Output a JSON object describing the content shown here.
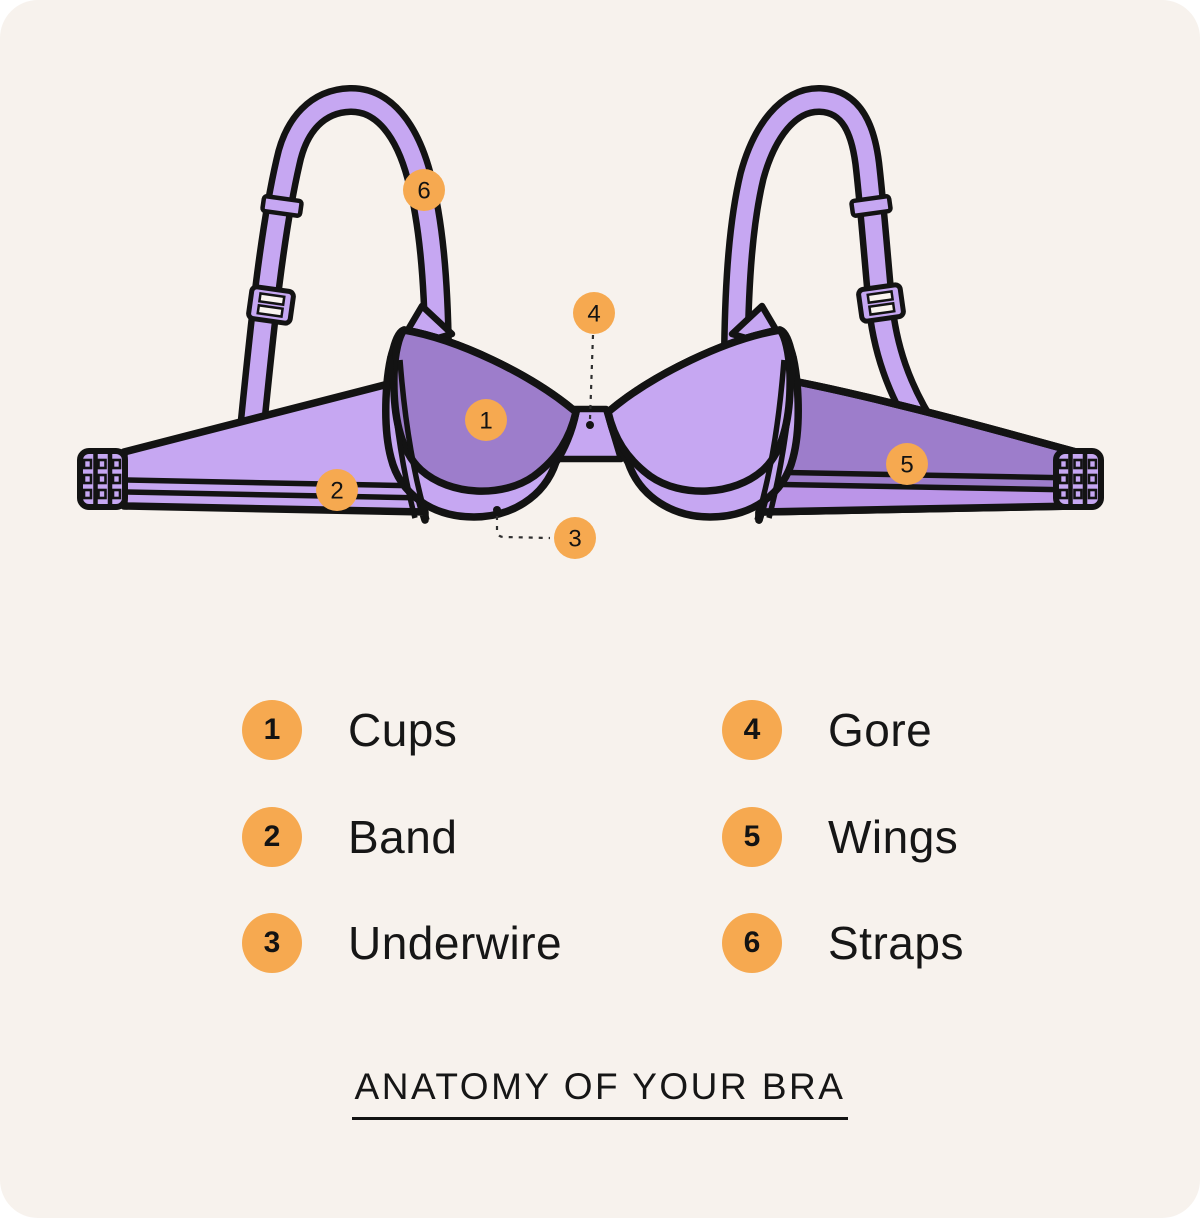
{
  "colors": {
    "page": "#ffffff",
    "card": "#f7f2ed",
    "light_purple": "#c6a7f2",
    "dark_purple": "#9d7dcb",
    "strip_purple": "#bb95e8",
    "orange": "#f6a950",
    "ink": "#131313",
    "annotation": "#2e2e2e",
    "text": "#161616"
  },
  "diagram": {
    "markers": [
      "1",
      "2",
      "3",
      "4",
      "5",
      "6"
    ]
  },
  "legend": {
    "items": [
      {
        "number": "1",
        "label": "Cups"
      },
      {
        "number": "2",
        "label": "Band"
      },
      {
        "number": "3",
        "label": "Underwire"
      },
      {
        "number": "4",
        "label": "Gore"
      },
      {
        "number": "5",
        "label": "Wings"
      },
      {
        "number": "6",
        "label": "Straps"
      }
    ]
  },
  "title": {
    "text": "ANATOMY OF YOUR BRA"
  }
}
